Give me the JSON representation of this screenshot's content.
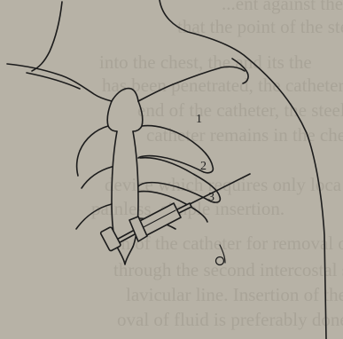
{
  "background_text": {
    "lines": [
      "...ent against the point of the centr",
      "that the point of the steel mid le",
      "into the chest, the and its the",
      "has been penetrated, the catheter is",
      "end of the catheter, the steel is re",
      "catheter remains in the chest. It i",
      "device which requires only loca",
      "painless, simple insertion.",
      "on of the catheter for removal o",
      "through the second intercostal s",
      "lavicular line. Insertion of the cath",
      "oval of fluid is preferably done"
    ]
  },
  "labels": {
    "one": "1",
    "two": "2",
    "three": "3"
  },
  "colors": {
    "background": "#b7b2a6",
    "ink": "#1c1c1c",
    "faded_text": "#a9a498"
  }
}
